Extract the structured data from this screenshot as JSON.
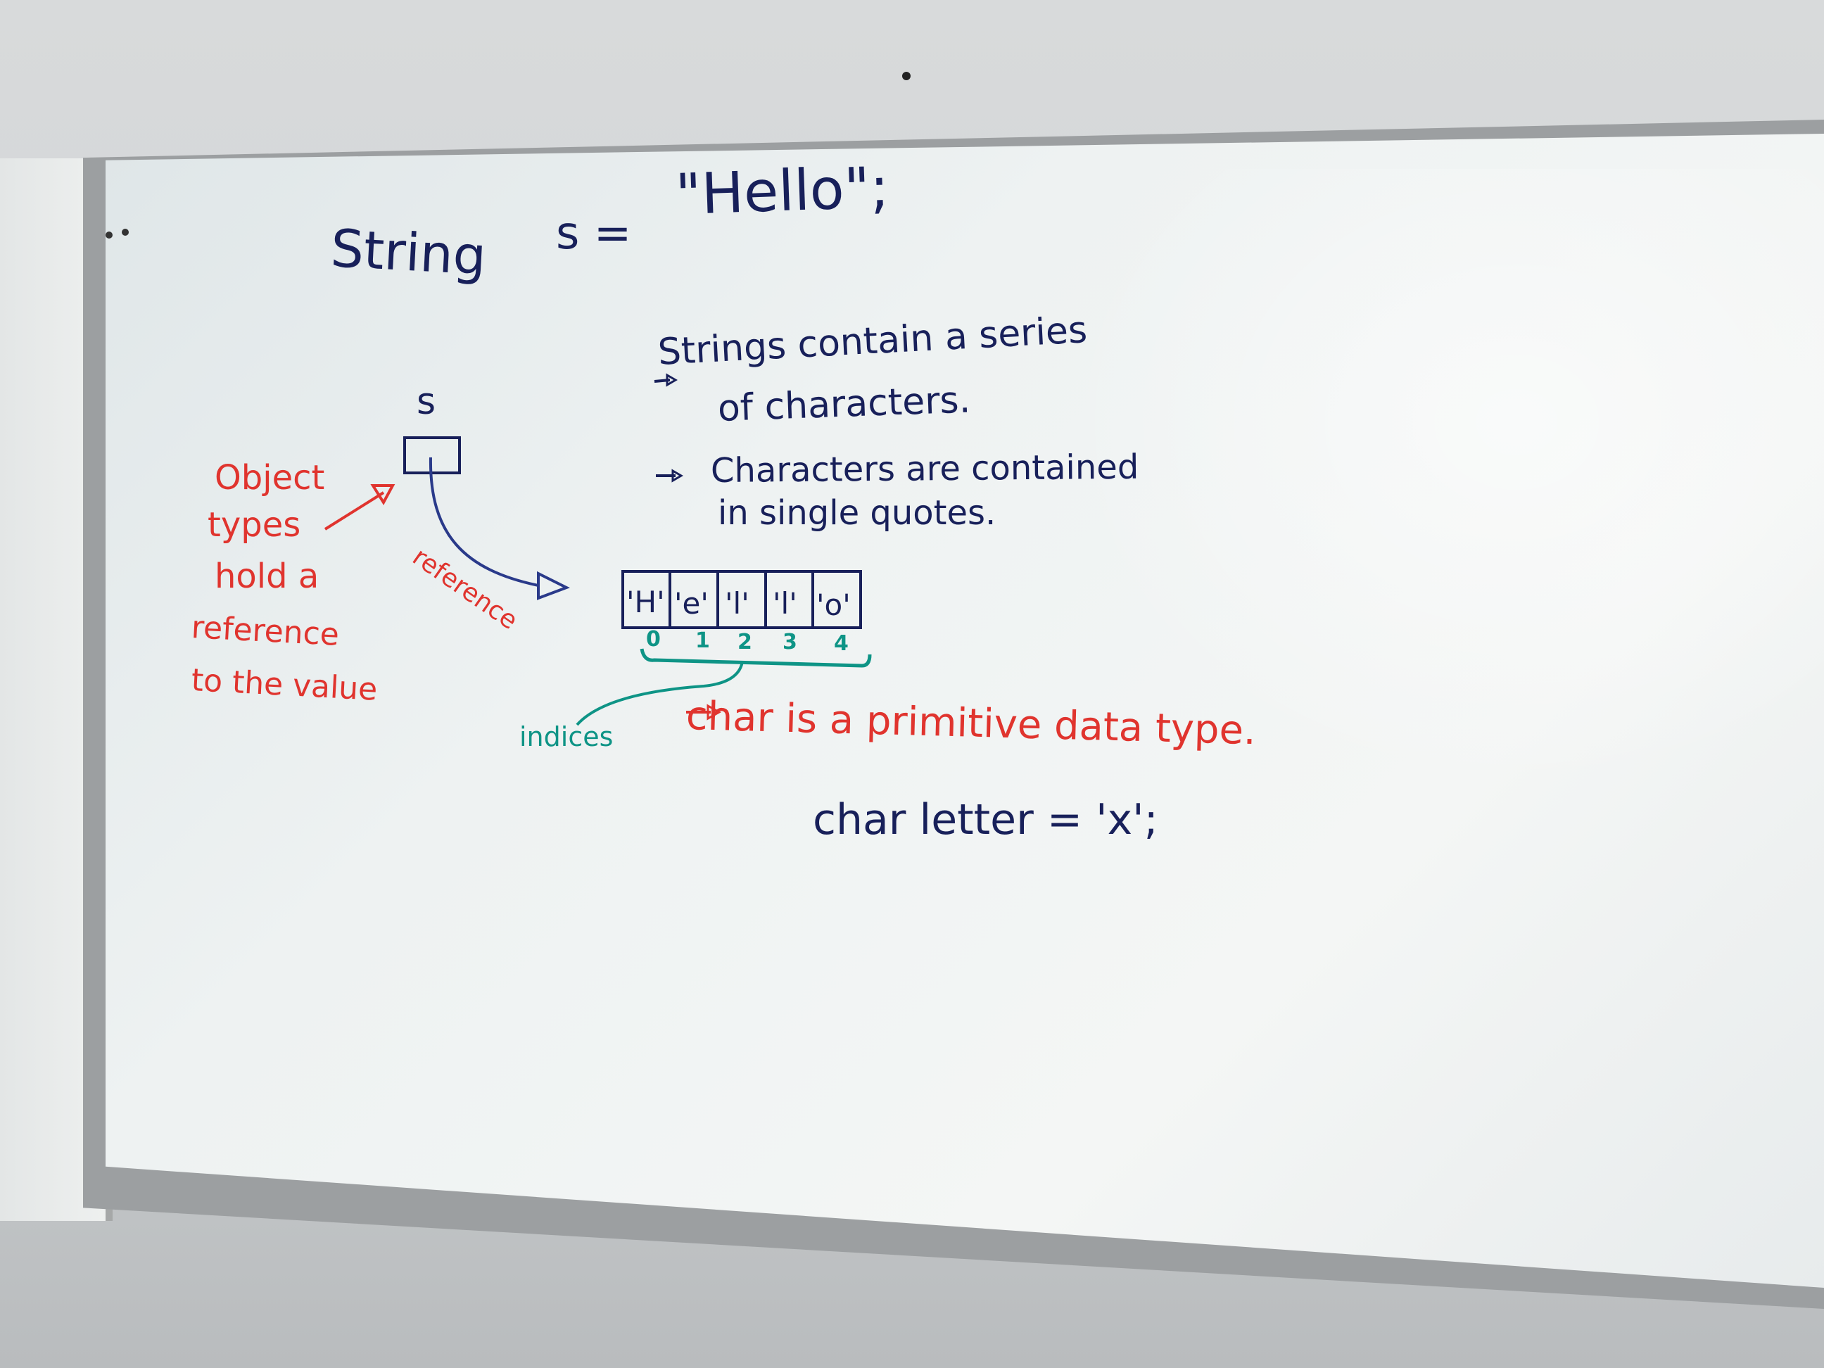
{
  "scene": "whiteboard",
  "colors": {
    "black_marker": "#18205a",
    "red_marker": "#e0342e",
    "green_marker": "#0e9486"
  },
  "code_line": {
    "type": "String",
    "var": "s =",
    "value": "\"Hello\";"
  },
  "var_label": "s",
  "bullets": [
    {
      "line1": "Strings contain a series",
      "line2": "of characters."
    },
    {
      "line1": "Characters are contained",
      "line2": "in single quotes."
    }
  ],
  "reference_label": "reference",
  "array_cells": [
    "'H'",
    "'e'",
    "'l'",
    "'l'",
    "'o'"
  ],
  "indices": [
    "0",
    "1",
    "2",
    "3",
    "4"
  ],
  "indices_label": "indices",
  "object_note": [
    "Object",
    "types",
    "hold a",
    "reference",
    "to the value"
  ],
  "char_note": "char is a primitive data type.",
  "char_line": "char letter = 'x';"
}
